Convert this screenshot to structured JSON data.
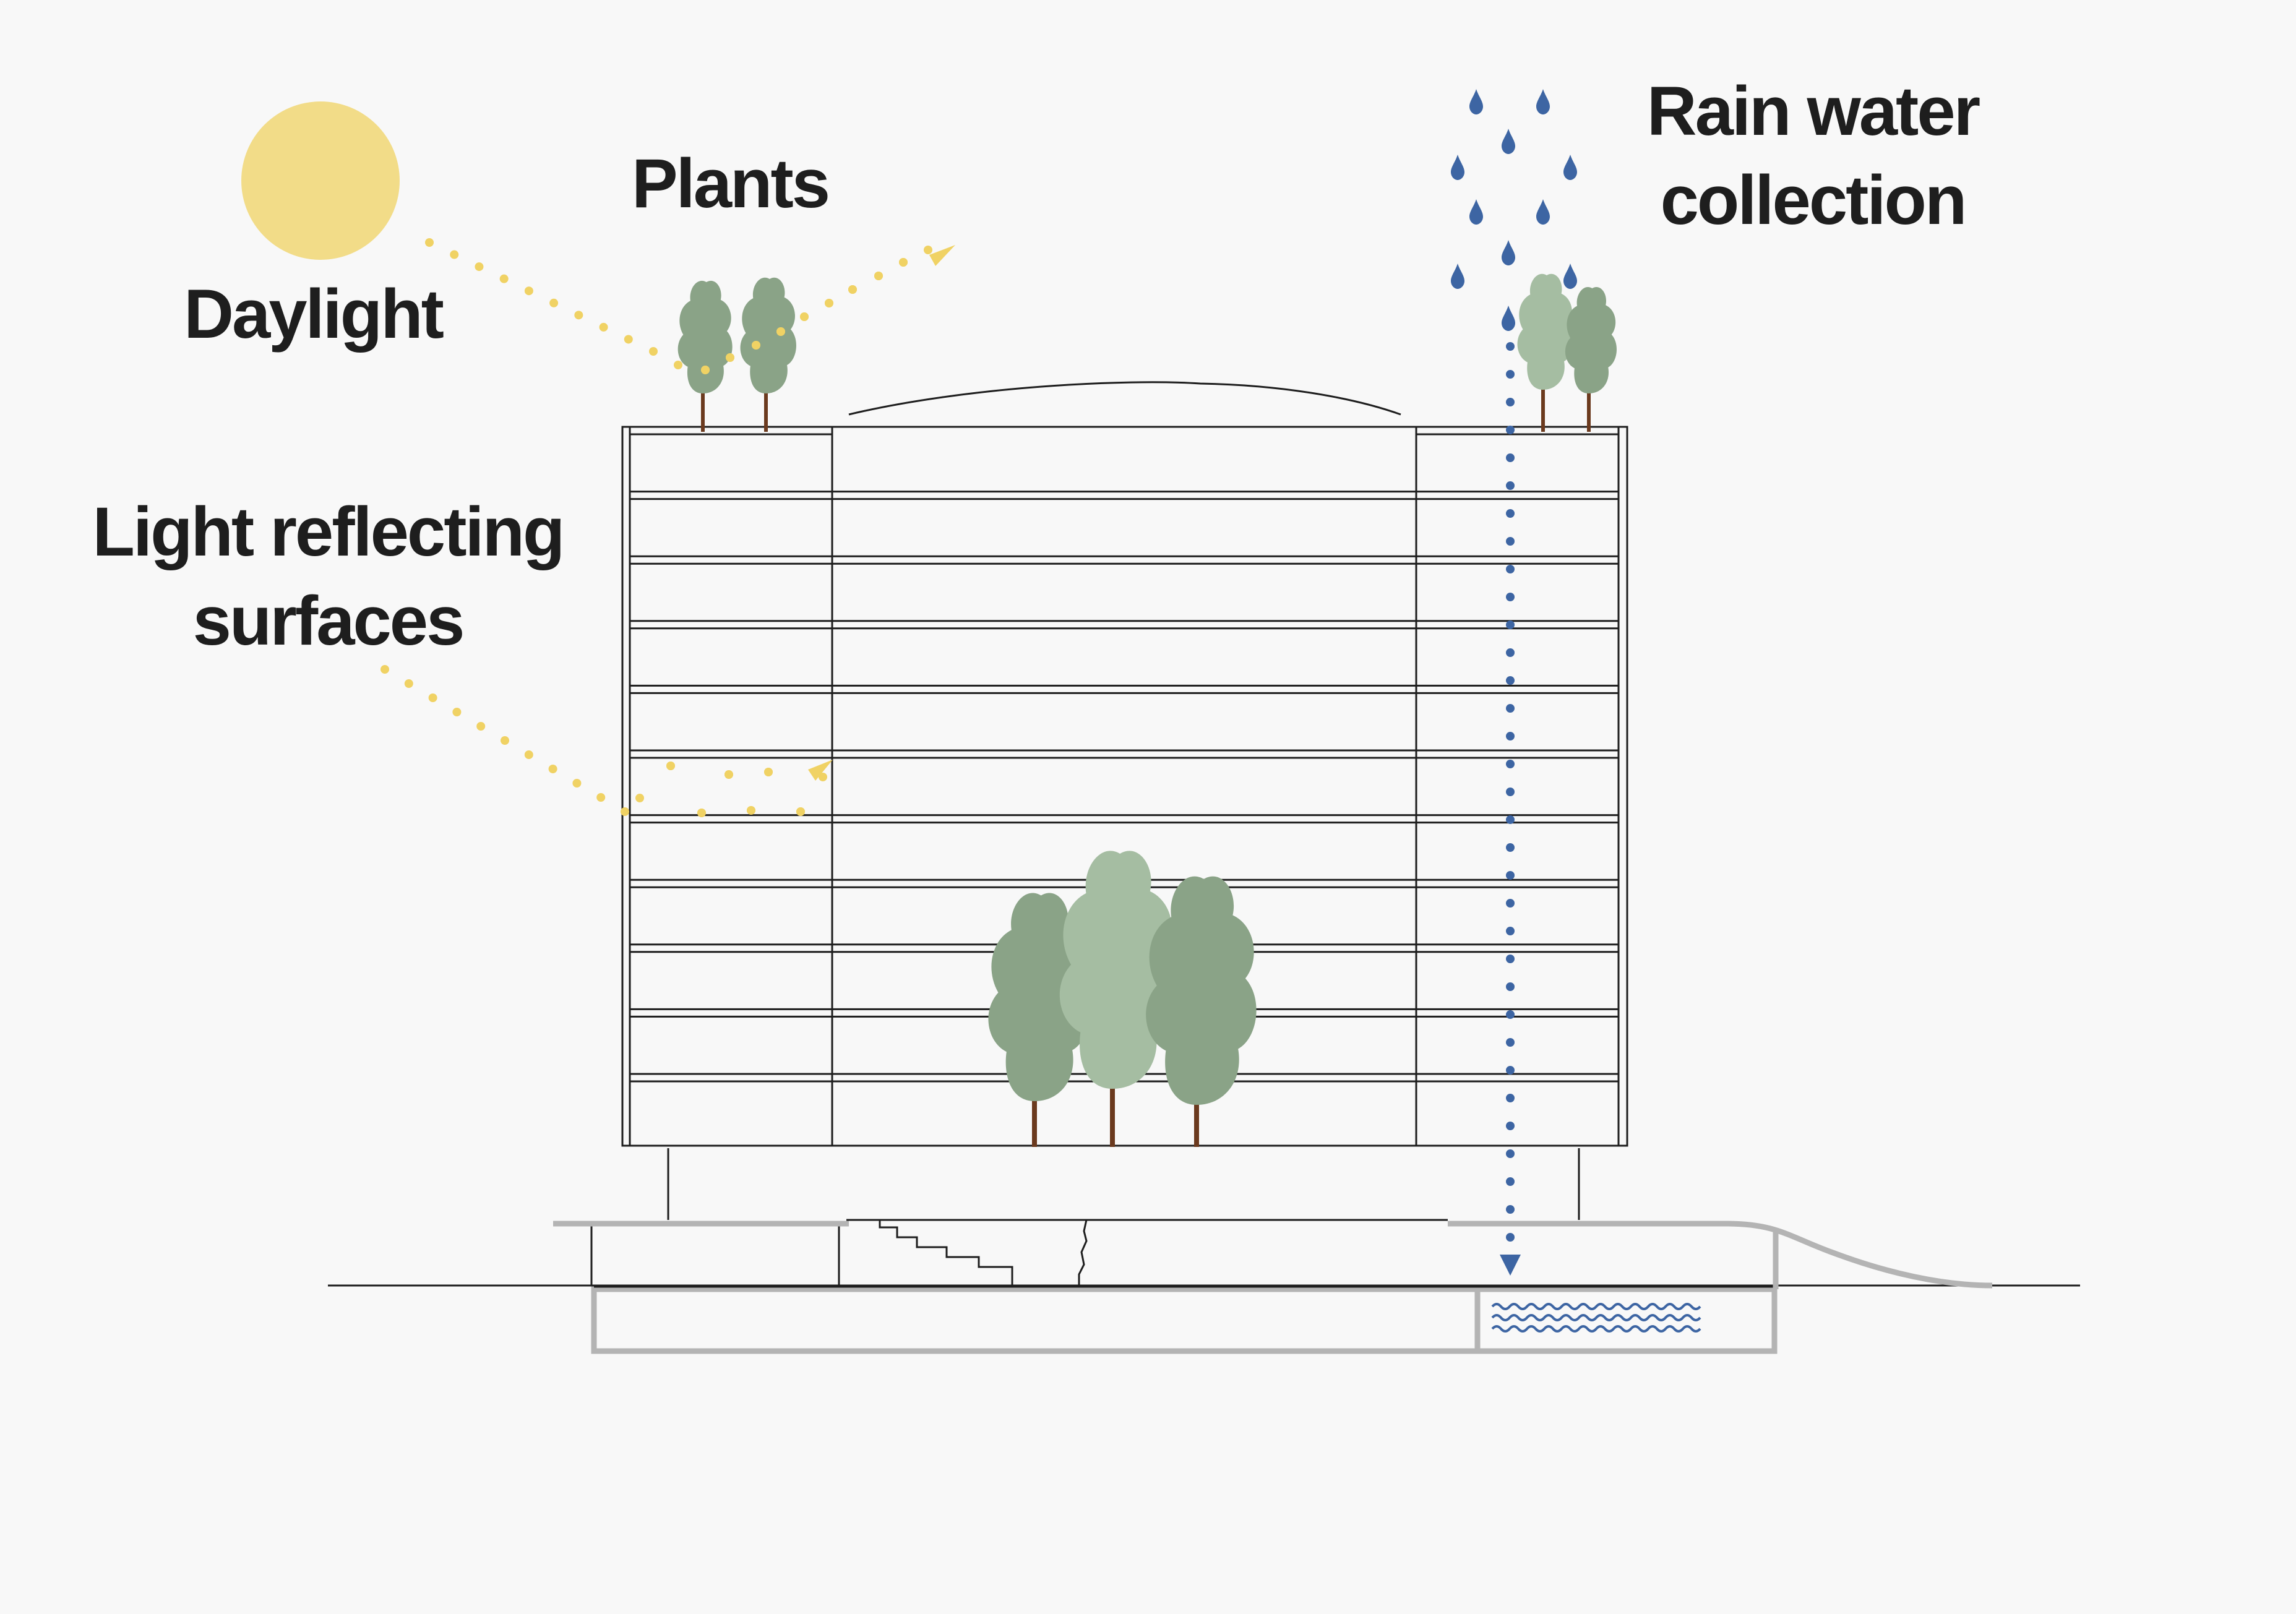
{
  "labels": {
    "daylight": "Daylight",
    "plants": "Plants",
    "light_reflecting": [
      "Light reflecting",
      "surfaces"
    ],
    "rain_water": [
      "Rain water",
      "collection"
    ]
  },
  "colors": {
    "background": "#f8f8f8",
    "sun": "#f2dc88",
    "light_dots": "#f0d264",
    "rain": "#3d65a3",
    "tree_dark": "#8aa387",
    "tree_light": "#a5bda2",
    "trunk": "#6b3a1e",
    "building_line": "#1e1e1e",
    "ground_gray": "#b4b4b4",
    "text": "#1e1e1e"
  },
  "icons": [
    "sun-icon",
    "tree-icon",
    "raindrop-icon",
    "arrow-head-icon",
    "water-wave-icon"
  ]
}
